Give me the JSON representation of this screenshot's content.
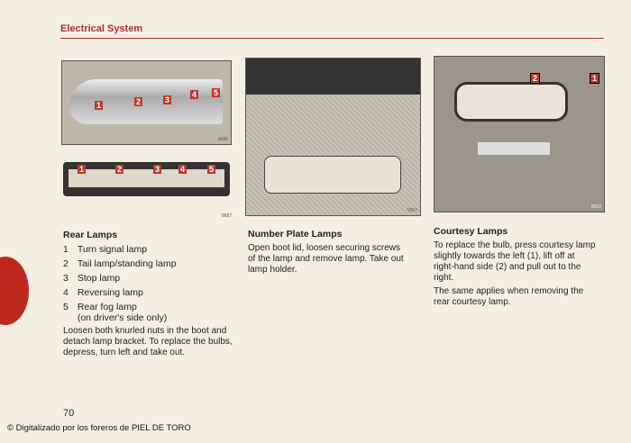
{
  "header": {
    "section_title": "Electrical System"
  },
  "figures": {
    "rear_lamp_cluster": "8696",
    "lamp_bracket": "8697",
    "number_plate": "9307",
    "courtesy": "8692",
    "callouts": [
      "1",
      "2",
      "3",
      "4",
      "5"
    ]
  },
  "rear_lamps": {
    "title": "Rear Lamps",
    "items": [
      {
        "n": "1",
        "label": "Turn signal lamp"
      },
      {
        "n": "2",
        "label": "Tail lamp/standing lamp"
      },
      {
        "n": "3",
        "label": "Stop lamp"
      },
      {
        "n": "4",
        "label": "Reversing lamp"
      },
      {
        "n": "5",
        "label": "Rear fog lamp",
        "note": "(on driver's side only)"
      }
    ],
    "body": "Loosen both knurled nuts in the boot and detach lamp bracket. To replace the bulbs, depress, turn left and take out."
  },
  "number_plate": {
    "title": "Number Plate Lamps",
    "body": "Open boot lid, loosen securing screws of the lamp and remove lamp. Take out lamp holder."
  },
  "courtesy": {
    "title": "Courtesy Lamps",
    "body1": "To replace the bulb, press courtesy lamp slightly towards the left (1), lift off at right-hand side (2) and pull out to the right.",
    "body2": "The same applies when removing the rear courtesy lamp."
  },
  "page_number": "70",
  "credit": "© Digitalizado por los foreros de PIEL DE TORO"
}
